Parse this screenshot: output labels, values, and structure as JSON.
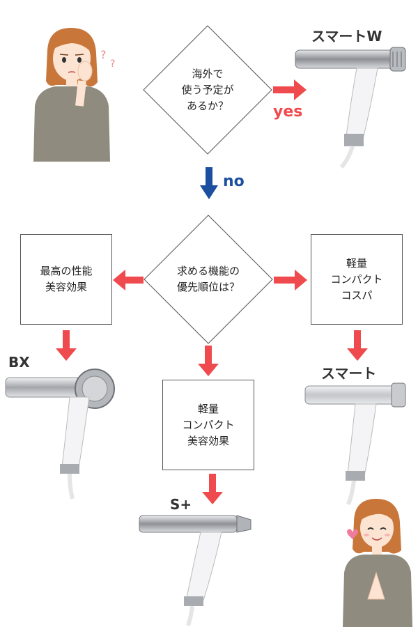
{
  "decision1": {
    "lines": [
      "海外で",
      "使う予定が",
      "あるか？"
    ]
  },
  "yes_label": "yes",
  "no_label": "no",
  "decision2": {
    "lines": [
      "求める機能の",
      "優先順位は？"
    ]
  },
  "left_box": {
    "lines": [
      "最高の性能",
      "美容効果"
    ]
  },
  "right_box": {
    "lines": [
      "軽量",
      "コンパクト",
      "コスパ"
    ]
  },
  "center_box": {
    "lines": [
      "軽量",
      "コンパクト",
      "美容効果"
    ]
  },
  "products": {
    "smart_w": "スマートW",
    "bx": "BX",
    "smart": "スマート",
    "s_plus": "S+"
  },
  "colors": {
    "arrow_red": "#ef4b4e",
    "arrow_blue": "#1d4fa0",
    "dryer_body": "#f4f4f6",
    "chrome": "#9ca0a6"
  }
}
